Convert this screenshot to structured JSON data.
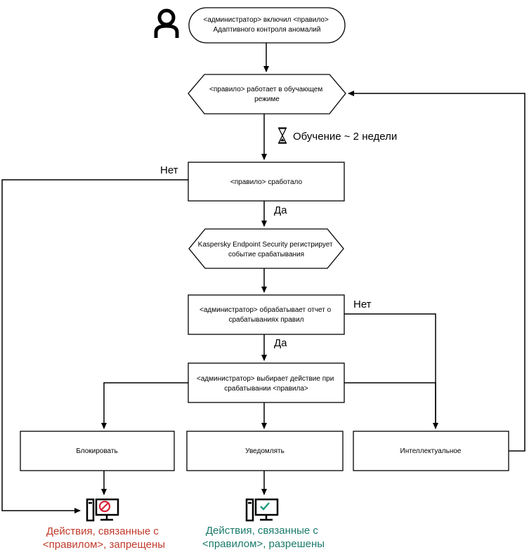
{
  "nodes": {
    "enable_rule": [
      "<администратор> включил <правило>",
      "Адаптивного контроля аномалий"
    ],
    "learning_mode": [
      "<правило> работает в обучающем",
      "режиме"
    ],
    "rule_triggered": [
      "<правило> сработало"
    ],
    "kes_registers": [
      "Kaspersky Endpoint Security регистрирует",
      "событие срабатывания"
    ],
    "admin_processes": [
      "<администратор> обрабатывает отчет о",
      "срабатываниях правил"
    ],
    "admin_chooses": [
      "<администратор> выбирает действие при",
      "срабатывании <правила>"
    ],
    "block": [
      "Блокировать"
    ],
    "notify": [
      "Уведомлять"
    ],
    "smart": [
      "Интеллектуальное"
    ]
  },
  "edge_labels": {
    "learning_period": "Обучение ~ 2 недели",
    "no_triggered": "Нет",
    "yes_triggered": "Да",
    "no_processed": "Нет",
    "yes_processed": "Да"
  },
  "outcomes": {
    "blocked": [
      "Действия, связанные с",
      "<правилом>, запрещены"
    ],
    "allowed": [
      "Действия, связанные с",
      "<правилом>, разрешены"
    ]
  },
  "colors": {
    "stroke": "#000000",
    "blocked_text": "#c0392b",
    "allowed_text": "#1a7a6a",
    "deny_badge": "#d9243a",
    "allow_badge": "#1a9a7a"
  },
  "icons": {
    "actor": "person-icon",
    "timer": "hourglass-icon",
    "blocked": "computer-blocked-icon",
    "allowed": "computer-allowed-icon"
  }
}
